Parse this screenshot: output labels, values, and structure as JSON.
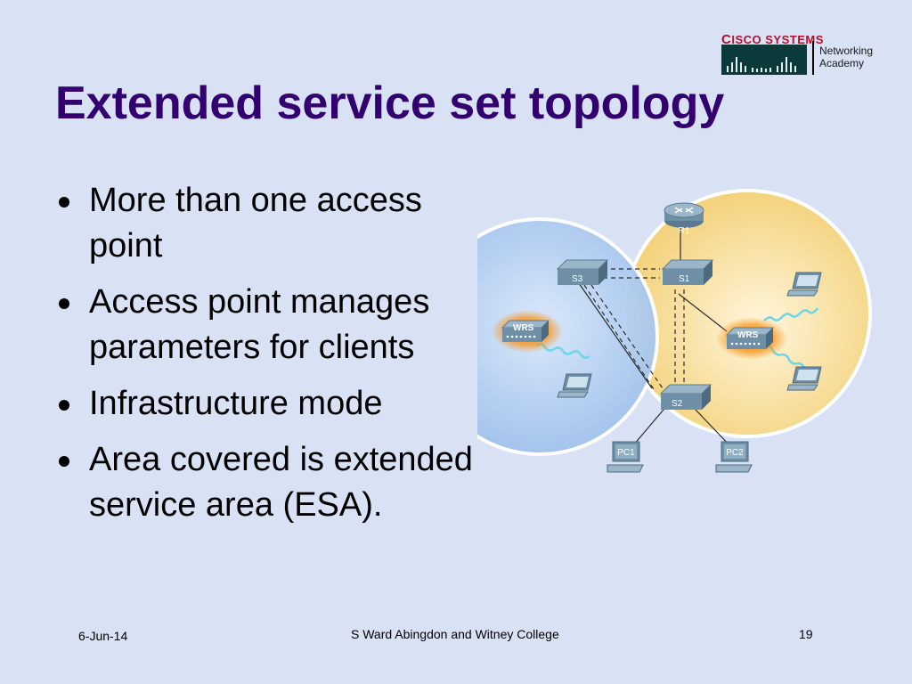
{
  "slide": {
    "title": "Extended service set topology",
    "bullets": [
      "More than one access point",
      "Access point manages parameters for clients",
      "Infrastructure mode",
      "Area covered is extended service area (ESA)."
    ]
  },
  "logo": {
    "brand": "CISCO SYSTEMS",
    "academy": "Networking\nAcademy",
    "brand_color": "#b2102f"
  },
  "diagram": {
    "nodes": {
      "r1": "R1",
      "s1": "S1",
      "s2": "S2",
      "s3": "S3",
      "wrs_left": "WRS",
      "wrs_right": "WRS",
      "pc1": "PC1",
      "pc2": "PC2"
    },
    "colors": {
      "left_bss": "#a9c8f0",
      "right_bss": "#f6d98a",
      "device": "#6f8fa6",
      "wrs_glow": "#f7941d"
    }
  },
  "footer": {
    "date": "6-Jun-14",
    "center": "S Ward  Abingdon and Witney College",
    "page": "19"
  }
}
